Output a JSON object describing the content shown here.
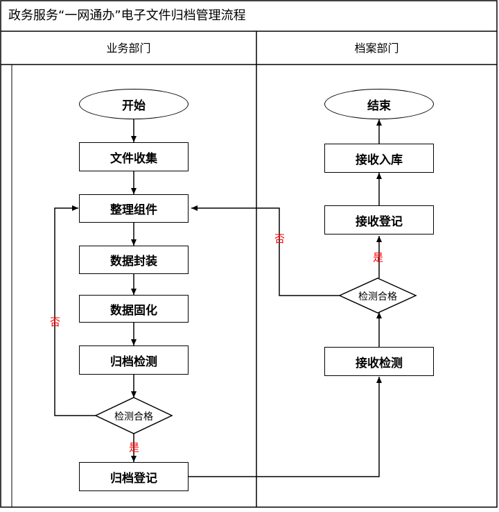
{
  "title": "政务服务“一网通办”电子文件归档管理流程",
  "lanes": {
    "left": "业务部门",
    "right": "档案部门"
  },
  "nodes": {
    "start": "开始",
    "collect": "文件收集",
    "organize": "整理组件",
    "package": "数据封装",
    "solidify": "数据固化",
    "archive_check": "归档检测",
    "decision_left": "检测合格",
    "archive_register": "归档登记",
    "receive_check": "接收检测",
    "decision_right": "检测合格",
    "receive_register": "接收登记",
    "receive_store": "接收入库",
    "end": "结束"
  },
  "edge_labels": {
    "left_no": "否",
    "left_yes": "是",
    "right_no": "否",
    "right_yes": "是"
  }
}
